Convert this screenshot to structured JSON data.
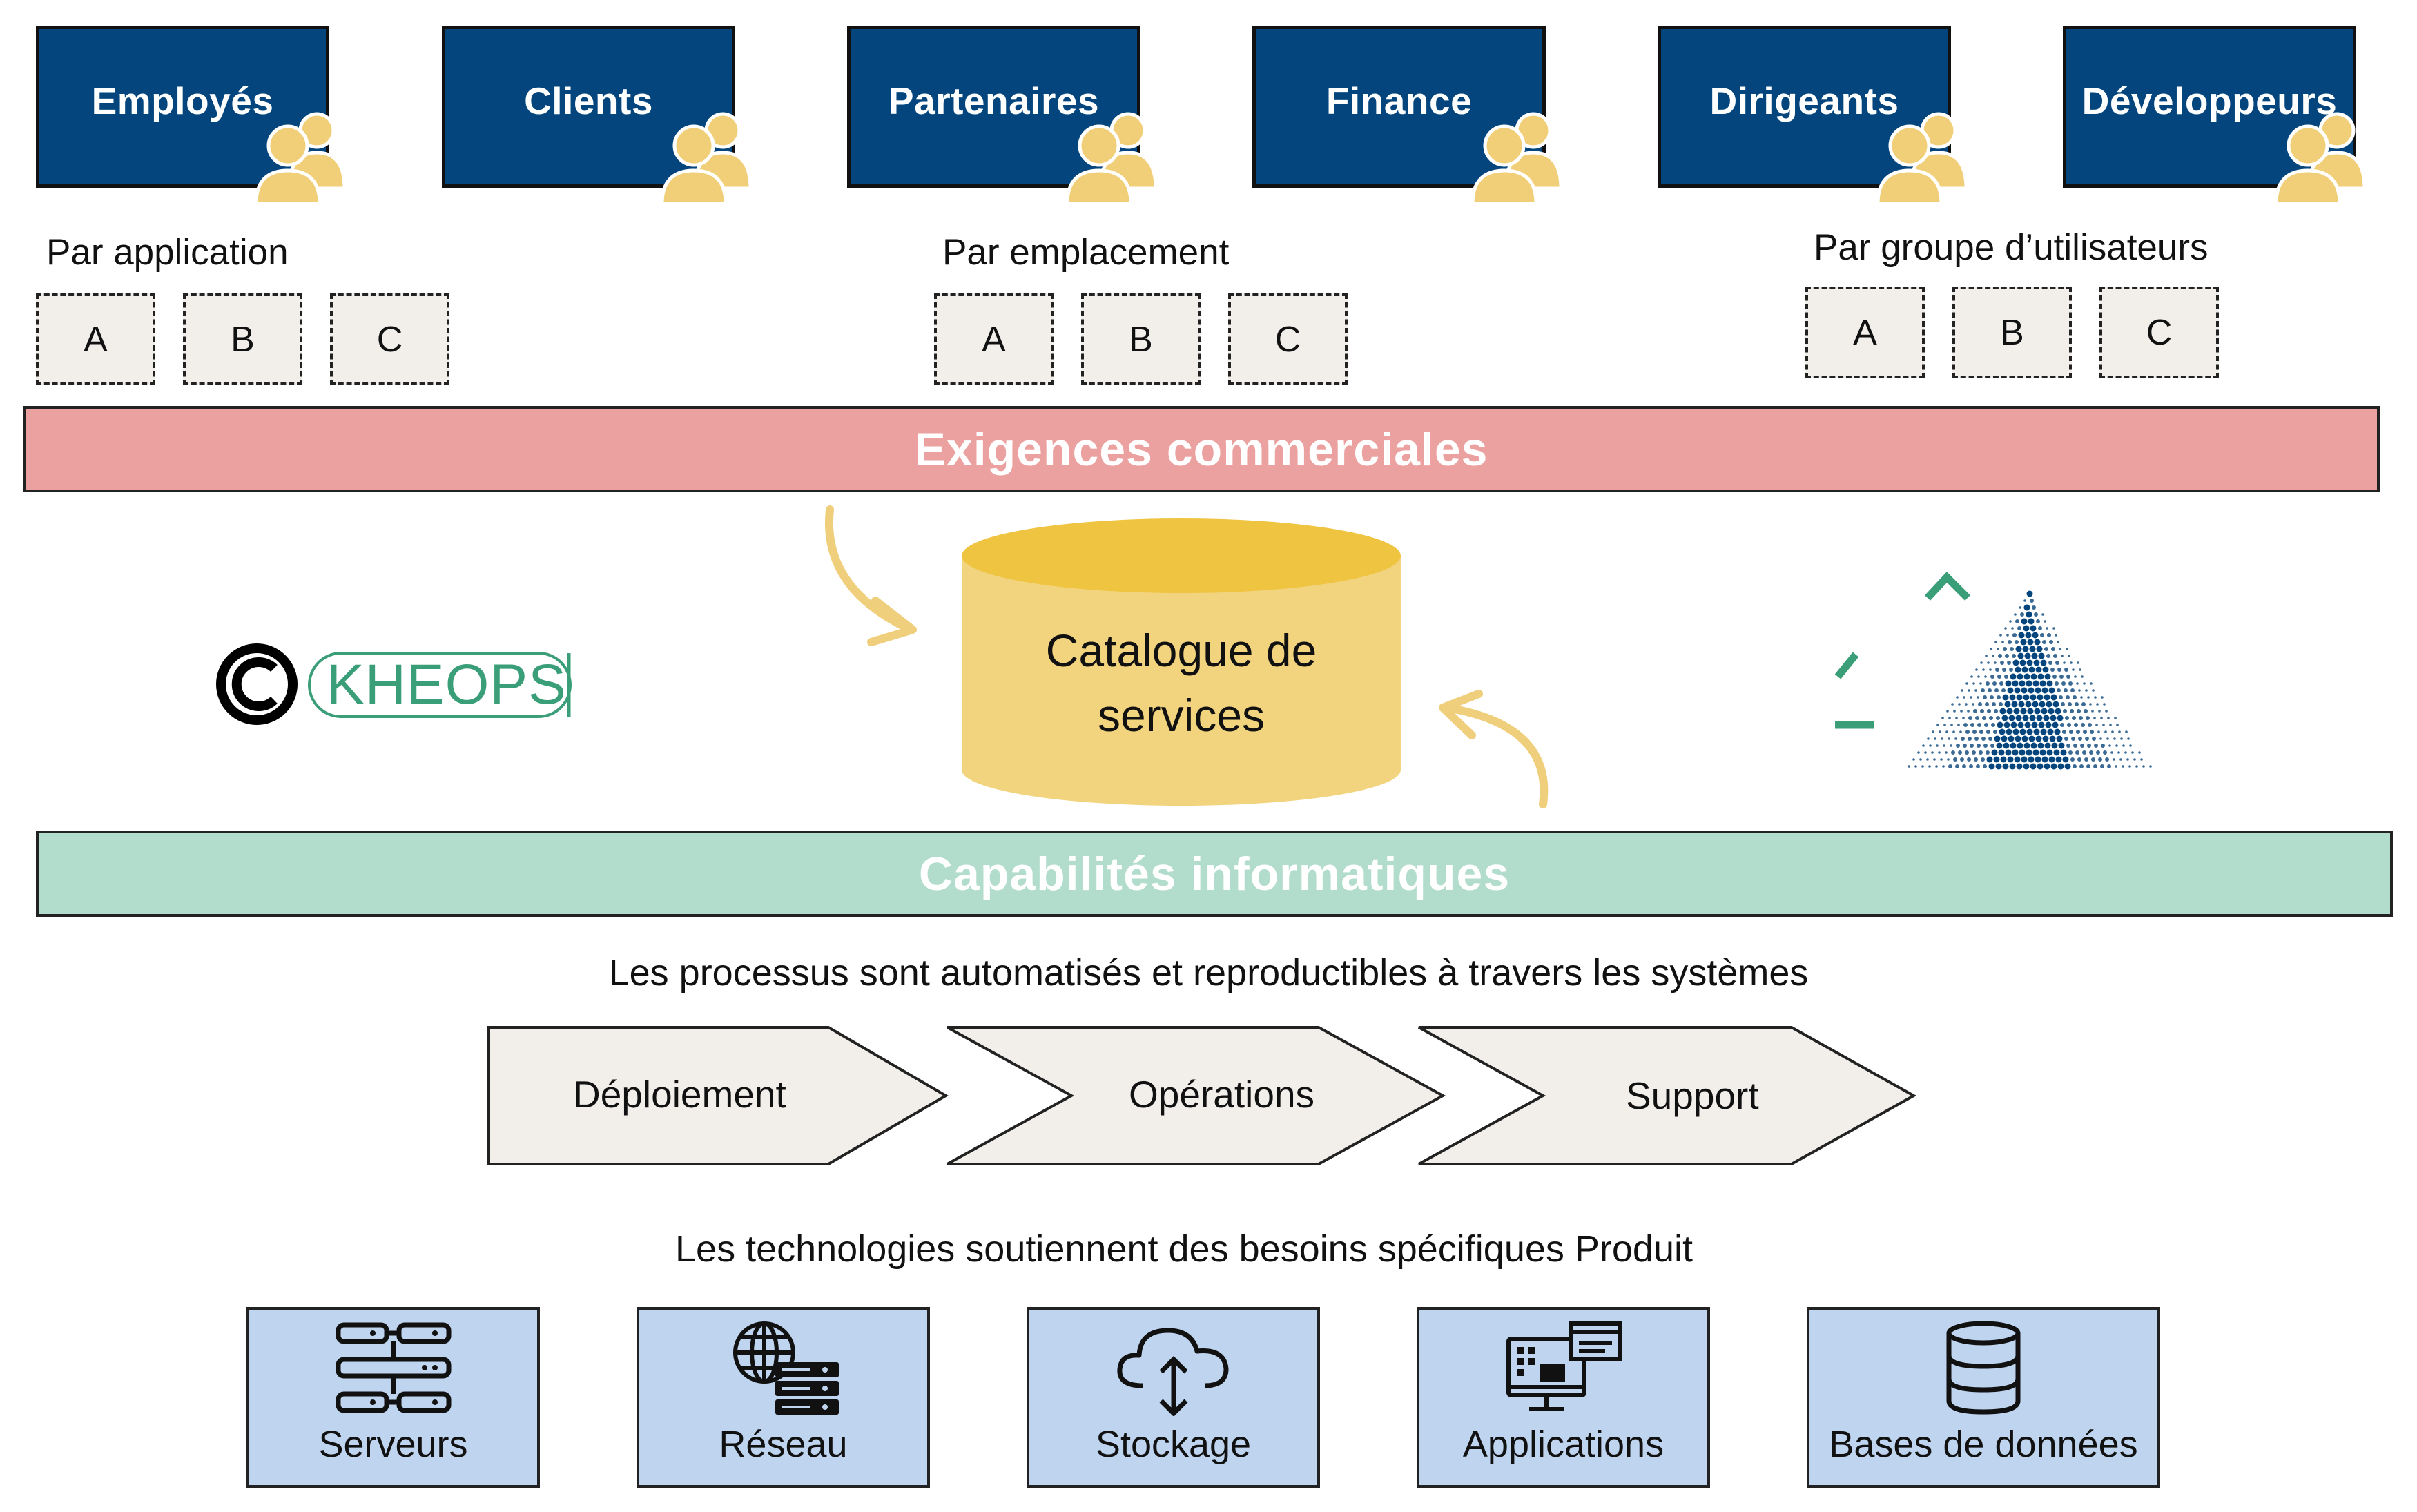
{
  "stakeholders": [
    {
      "label": "Employés"
    },
    {
      "label": "Clients"
    },
    {
      "label": "Partenaires"
    },
    {
      "label": "Finance"
    },
    {
      "label": "Dirigeants"
    },
    {
      "label": "Développeurs"
    }
  ],
  "groups": [
    {
      "title": "Par application",
      "items": [
        "A",
        "B",
        "C"
      ]
    },
    {
      "title": "Par emplacement",
      "items": [
        "A",
        "B",
        "C"
      ]
    },
    {
      "title": "Par groupe d’utilisateurs",
      "items": [
        "A",
        "B",
        "C"
      ]
    }
  ],
  "business_band": "Exigences commerciales",
  "catalog": {
    "line1": "Catalogue de",
    "line2": "services"
  },
  "logo": {
    "text": "KHEOPS"
  },
  "it_band": "Capabilités informatiques",
  "process_caption": "Les processus sont automatisés et reproductibles à travers les systèmes",
  "process_steps": [
    "Déploiement",
    "Opérations",
    "Support"
  ],
  "tech_caption": "Les technologies soutiennent des besoins spécifiques Produit",
  "technologies": [
    {
      "label": "Serveurs",
      "icon": "server-icon"
    },
    {
      "label": "Réseau",
      "icon": "network-icon"
    },
    {
      "label": "Stockage",
      "icon": "cloud-storage-icon"
    },
    {
      "label": "Applications",
      "icon": "applications-icon"
    },
    {
      "label": "Bases de données",
      "icon": "database-icon"
    }
  ],
  "colors": {
    "stakeholder": "#03457c",
    "people": "#f1cf78",
    "business_band": "#eba19f",
    "it_band": "#b2dccb",
    "catalog": "#f2d47f",
    "catalog_top": "#efc440",
    "arrow": "#f0cf7c",
    "tech_box": "#bed4ef",
    "chevron": "#f2efeb",
    "logo_green": "#3a9e78"
  }
}
